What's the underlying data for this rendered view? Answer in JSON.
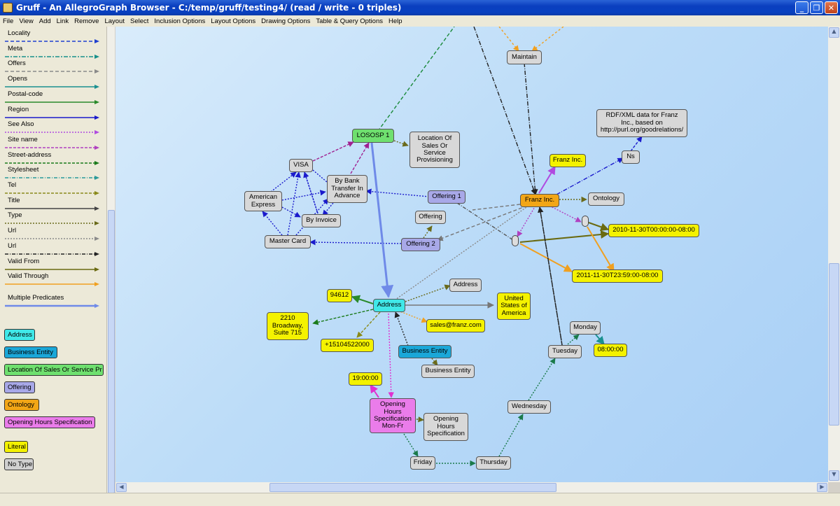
{
  "window": {
    "title": "Gruff - An AllegroGraph Browser - C:/temp/gruff/testing4/   (read / write - 0 triples)",
    "buttons": [
      "_",
      "❐",
      "✕"
    ]
  },
  "menu": [
    "File",
    "View",
    "Add",
    "Link",
    "Remove",
    "Layout",
    "Select",
    "Inclusion Options",
    "Layout Options",
    "Drawing Options",
    "Table & Query Options",
    "Help"
  ],
  "legend": {
    "predicates": [
      {
        "label": "Locality",
        "color": "#1f3fcf",
        "dash": "5,3"
      },
      {
        "label": "Meta",
        "color": "#17908a",
        "dash": "6,2,2,2"
      },
      {
        "label": "Offers",
        "color": "#8a8a8a",
        "dash": "5,3"
      },
      {
        "label": "Opens",
        "color": "#1a9090",
        "dash": ""
      },
      {
        "label": "Postal-code",
        "color": "#2a8a2a",
        "dash": ""
      },
      {
        "label": "Region",
        "color": "#1a1acc",
        "dash": ""
      },
      {
        "label": "See Also",
        "color": "#b04ae0",
        "dash": "2,2"
      },
      {
        "label": "Site name",
        "color": "#b040c0",
        "dash": "4,2"
      },
      {
        "label": "Street-address",
        "color": "#1a7a1a",
        "dash": "4,2"
      },
      {
        "label": "Stylesheet",
        "color": "#2a9a9a",
        "dash": "5,2,1,2"
      },
      {
        "label": "Tel",
        "color": "#8a8a1a",
        "dash": "4,2"
      },
      {
        "label": "Title",
        "color": "#444444",
        "dash": ""
      },
      {
        "label": "Type",
        "color": "#6a6a1a",
        "dash": "2,2"
      },
      {
        "label": "Url",
        "color": "#8a8a8a",
        "dash": "2,2"
      },
      {
        "label": "Url",
        "color": "#222222",
        "dash": "5,2,1,2"
      },
      {
        "label": "Valid From",
        "color": "#6a6a10",
        "dash": ""
      },
      {
        "label": "Valid Through",
        "color": "#f0a020",
        "dash": ""
      },
      {
        "label": "Multiple Predicates",
        "color": "#6f8ae8",
        "dash": ""
      }
    ],
    "types": [
      {
        "label": "Address",
        "color": "#40e8e8"
      },
      {
        "label": "Business Entity",
        "color": "#1aa7d8"
      },
      {
        "label": "Location Of Sales Or Service Pr",
        "color": "#6fe06f"
      },
      {
        "label": "Offering",
        "color": "#a8a8e8"
      },
      {
        "label": "Ontology",
        "color": "#f2a616"
      },
      {
        "label": "Opening Hours Specification",
        "color": "#ea7cea"
      },
      {
        "label": "Literal",
        "color": "#f4f200"
      },
      {
        "label": "No Type",
        "color": "#d0d0d0"
      }
    ]
  },
  "nodes": {
    "maintain": "Maintain",
    "rdfxml": "RDF/XML data for Franz Inc., based on http://purl.org/goodrelations/",
    "lososp": "LOSOSP 1",
    "location_of_sales": "Location Of Sales Or Service Provisioning",
    "visa": "VISA",
    "franz_literal": "Franz Inc.",
    "ns": "Ns",
    "by_bank": "By Bank Transfer In Advance",
    "offering1": "Offering 1",
    "franz": "Franz Inc.",
    "ontology": "Ontology",
    "american_express": "American Express",
    "by_invoice": "By Invoice",
    "offering": "Offering",
    "date_from": "2010-11-30T00:00:00-08:00",
    "master_card": "Master Card",
    "offering2": "Offering 2",
    "date_through": "2011-11-30T23:59:00-08:00",
    "address_lit": "Address",
    "zip": "94612",
    "address": "Address",
    "country": "United States of America",
    "street": "2210 Broadway, Suite 715",
    "email": "sales@franz.com",
    "monday": "Monday",
    "phone": "+15104522000",
    "business_entity": "Business Entity",
    "tuesday": "Tuesday",
    "time8": "08:00:00",
    "business_entity_lit": "Business Entity",
    "time19": "19:00:00",
    "wednesday": "Wednesday",
    "opening_hours": "Opening Hours Specification Mon-Fr",
    "opening_hours_lit": "Opening Hours Specification",
    "friday": "Friday",
    "thursday": "Thursday"
  }
}
